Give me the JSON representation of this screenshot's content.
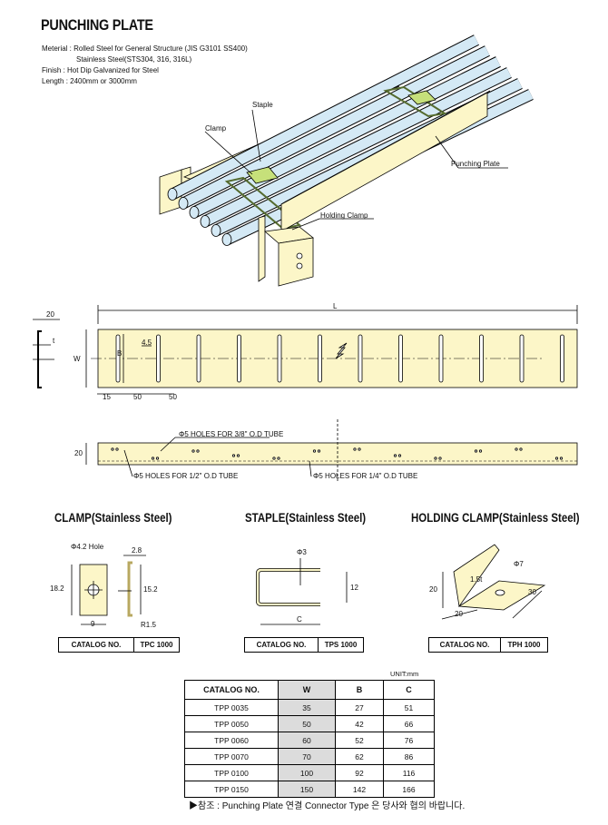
{
  "title": "PUNCHING PLATE",
  "specs": [
    "Meterial : Rolled Steel for General Structure (JIS G3101 SS400)",
    "Stainless Steel(STS304, 316, 316L)",
    "Finish : Hot Dip Galvanized for Steel",
    "Length : 2400mm or 3000mm"
  ],
  "iso_labels": {
    "staple": "Staple",
    "clamp": "Clamp",
    "punching_plate": "Punching Plate",
    "holding_clamp": "Holding Clamp"
  },
  "plan_dims": {
    "flange": "20",
    "t": "t",
    "w": "W",
    "l": "L",
    "b": "B",
    "slot": "4.5",
    "d15": "15",
    "d50a": "50",
    "d50b": "50"
  },
  "side_dims": {
    "h": "20",
    "holes_38": "Φ5 HOLES FOR 3/8\" O.D TUBE",
    "holes_12": "Φ5 HOLES FOR 1/2\" O.D TUBE",
    "holes_14": "Φ5 HOLES FOR 1/4\" O.D TUBE"
  },
  "clamp": {
    "title": "CLAMP(Stainless Steel)",
    "hole": "Φ4.2 Hole",
    "h": "18.2",
    "w": "9",
    "thick": "2.8",
    "inner": "15.2",
    "r": "R1.5",
    "catalog_label": "CATALOG NO.",
    "catalog": "TPC 1000"
  },
  "staple": {
    "title": "STAPLE(Stainless Steel)",
    "dia": "Φ3",
    "h": "12",
    "c": "C",
    "catalog_label": "CATALOG NO.",
    "catalog": "TPS 1000"
  },
  "holding": {
    "title": "HOLDING CLAMP(Stainless Steel)",
    "dia": "Φ7",
    "t": "1.5t",
    "h": "20",
    "w": "20",
    "d": "30",
    "catalog_label": "CATALOG NO.",
    "catalog": "TPH 1000"
  },
  "table": {
    "unit": "UNIT:mm",
    "headers": [
      "CATALOG NO.",
      "W",
      "B",
      "C"
    ],
    "rows": [
      [
        "TPP 0035",
        "35",
        "27",
        "51"
      ],
      [
        "TPP 0050",
        "50",
        "42",
        "66"
      ],
      [
        "TPP 0060",
        "60",
        "52",
        "76"
      ],
      [
        "TPP 0070",
        "70",
        "62",
        "86"
      ],
      [
        "TPP 0100",
        "100",
        "92",
        "116"
      ],
      [
        "TPP 0150",
        "150",
        "142",
        "166"
      ]
    ]
  },
  "note": "▶참조 : Punching Plate 연결 Connector Type 은 당사와 협의 바랍니다.",
  "colors": {
    "plate": "#fcf6c8",
    "tube": "#d4e9f5",
    "clamp": "#c6e07a"
  }
}
